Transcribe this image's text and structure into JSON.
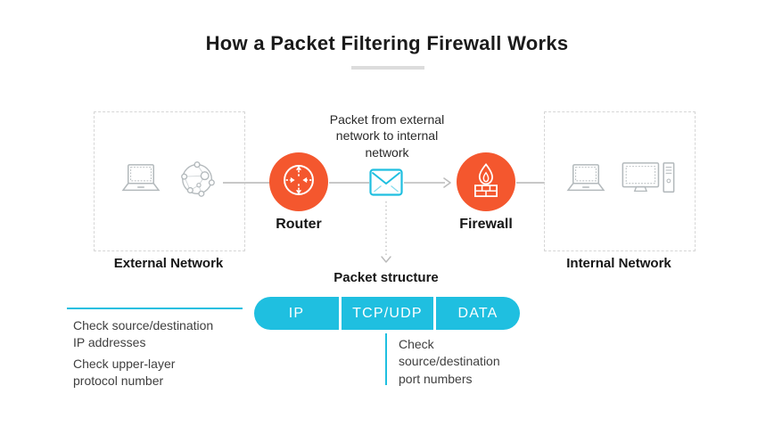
{
  "title": "How a Packet Filtering Firewall Works",
  "colors": {
    "accent_orange": "#F4572E",
    "accent_cyan": "#1FBFE0",
    "line_gray": "#c8c8c8",
    "box_border_gray": "#d6d6d6",
    "icon_gray": "#b3b9bc"
  },
  "external_network": {
    "label": "External Network"
  },
  "internal_network": {
    "label": "Internal Network"
  },
  "router": {
    "label": "Router"
  },
  "firewall": {
    "label": "Firewall"
  },
  "packet": {
    "caption_lines": [
      "Packet from external",
      "network to internal",
      "network"
    ]
  },
  "packet_structure": {
    "label": "Packet structure",
    "segments": [
      "IP",
      "TCP/UDP",
      "DATA"
    ]
  },
  "notes": {
    "ip_lines": [
      "Check source/destination",
      "IP addresses"
    ],
    "protocol_lines": [
      "Check upper-layer",
      "protocol number"
    ],
    "port_lines": [
      "Check",
      "source/destination",
      "port numbers"
    ]
  }
}
